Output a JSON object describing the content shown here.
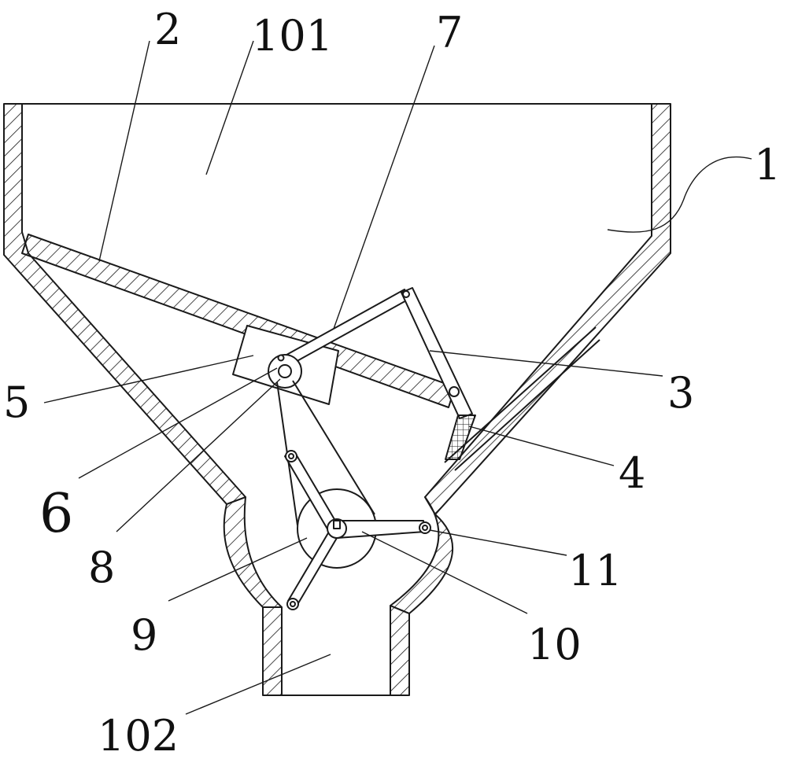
{
  "labels": {
    "n1": "1",
    "n2": "2",
    "n3": "3",
    "n4": "4",
    "n5": "5",
    "n6": "6",
    "n7": "7",
    "n8": "8",
    "n9": "9",
    "n10": "10",
    "n11": "11",
    "n101": "101",
    "n102": "102"
  },
  "colors": {
    "line": "#1a1a1a",
    "background": "#ffffff"
  }
}
